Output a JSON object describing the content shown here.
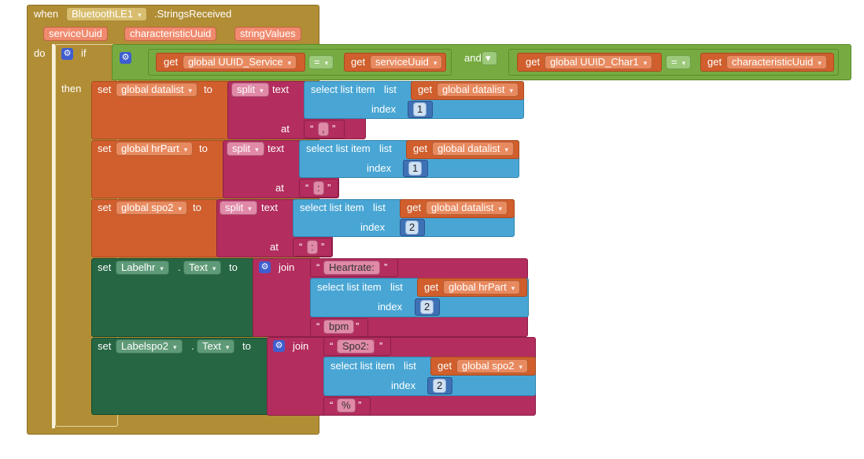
{
  "event": {
    "when_label": "when",
    "component": "BluetoothLE1",
    "event_name": ".StringsReceived",
    "params": [
      "serviceUuid",
      "characteristicUuid",
      "stringValues"
    ],
    "do_label": "do"
  },
  "if_block": {
    "if_label": "if",
    "then_label": "then",
    "and_label": "and",
    "get_label": "get",
    "eq_label": "=",
    "left_var": "global UUID_Service",
    "left_param": "serviceUuid",
    "right_var": "global UUID_Char1",
    "right_param": "characteristicUuid"
  },
  "labels": {
    "set": "set",
    "to": "to",
    "split": "split",
    "text": "text",
    "at": "at",
    "select": "select list item",
    "list": "list",
    "index": "index",
    "get": "get",
    "join": "join",
    "dot": ".",
    "quote_open": "“",
    "quote_close": "”"
  },
  "set_datalist": {
    "var": "global datalist",
    "list_var": "global datalist",
    "index": "1",
    "sep": ","
  },
  "set_hrpart": {
    "var": "global hrPart",
    "list_var": "global datalist",
    "index": "1",
    "sep": ":"
  },
  "set_spo2": {
    "var": "global spo2",
    "list_var": "global datalist",
    "index": "2",
    "sep": ":"
  },
  "set_labelhr": {
    "component": "Labelhr",
    "prop": "Text",
    "str1": "Heartrate:",
    "list_var": "global hrPart",
    "index": "2",
    "str2": "bpm"
  },
  "set_labelspo2": {
    "component": "Labelspo2",
    "prop": "Text",
    "str1": "Spo2:",
    "list_var": "global spo2",
    "index": "2",
    "str2": "%"
  },
  "colors": {
    "event": "#b18e35",
    "logic": "#77ab41",
    "variables": "#d05f2d",
    "text": "#b32d5e",
    "lists": "#49a6d4",
    "math": "#3f71b5",
    "component": "#266643"
  }
}
